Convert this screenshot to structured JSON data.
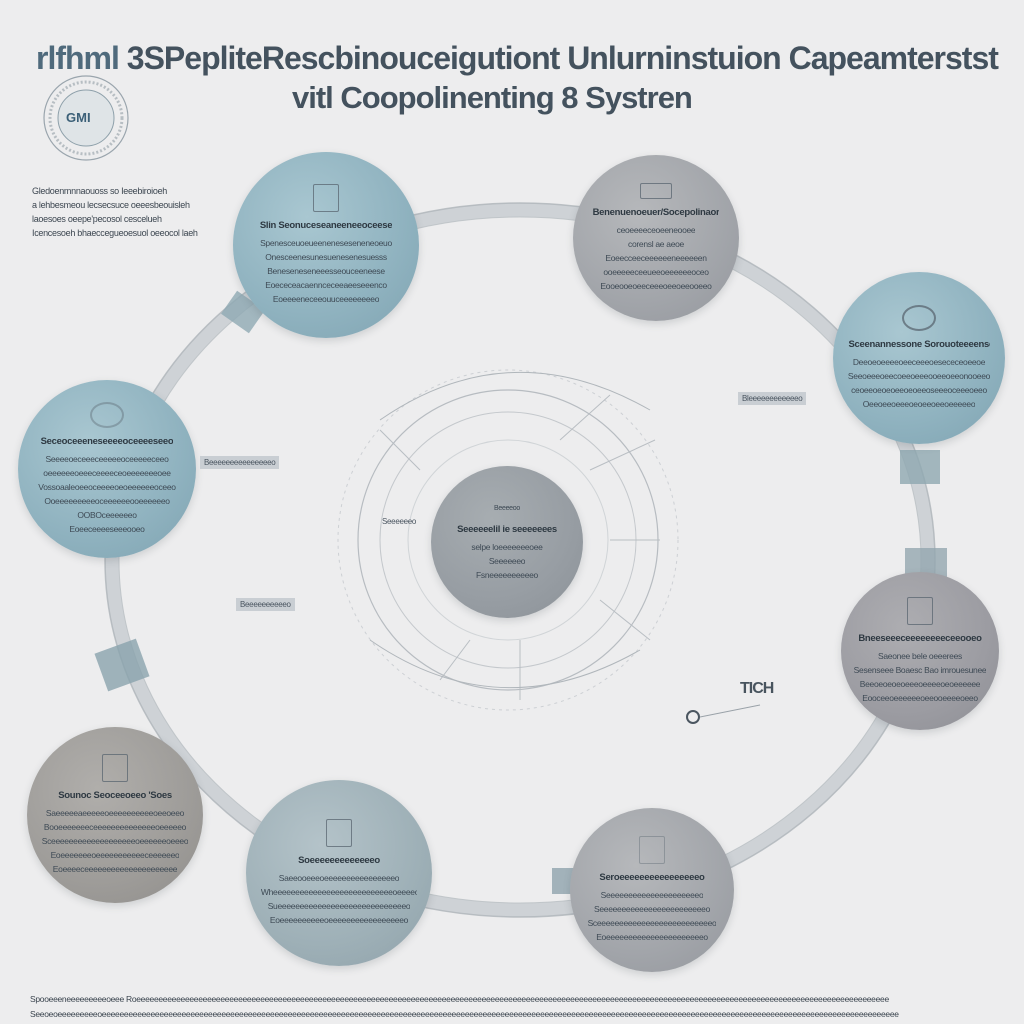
{
  "header": {
    "title_prefix": "rlfhml",
    "title_line1": "3SPepliteRescbinouceigutiont Unlurninstuion Capeamterstst",
    "title_line2": "vitl Coopolinenting 8 Systren",
    "logo_text": "GMI"
  },
  "side_text": [
    "Gledoenmnnaouoss so Ieeebiroioeh",
    "a lehbesmeou   lecsecsuce oeeesbeouisleh",
    "laoesoes oeepe'pecosol cescelueh",
    "Icencesoeh bhaeccegueoesuol oeeocol laeh"
  ],
  "nodes": [
    {
      "id": "top-left",
      "title": "Slin   Seonuceseaneeneeoceese",
      "lines": [
        "Spenesceuoeueeneneseseneneoeuo",
        "Onesceenesunesuenesenesuesss",
        "Beneseneseneeesseouceeneese",
        "Eoececeacaennceceeaeeseeenco",
        "Eoeeeeneceeouuceeeeeeeeo"
      ]
    },
    {
      "id": "top-right",
      "title": "Benenuenoeuer/Socepolinaor",
      "lines": [
        "ceoeeeeceoeeneooee",
        "corensl ae  aeoe",
        "Eoeecceeceeeeeeneeeeeen",
        "ooeeeeeceeueeoeeeeeeoceo",
        "Eooeooeoeeceeeoeeoeeooeeo"
      ]
    },
    {
      "id": "right",
      "title": "Sceenannessone Sorouoteeeensconeo",
      "lines": [
        "Deeoeoeeeeoeeceeeoesececeoeeoe",
        "Seeoeeeoeecoeeoeeeooeeoeeonooeeo",
        "ceoeeoeoeoeeoeoeeoseeeoceeeoeeo",
        "Oeeoeeoeeeoeoeeoeeoeeeeeo"
      ]
    },
    {
      "id": "left",
      "title": "Seceoceeeneseeeeoceeeeseeo",
      "lines": [
        "Seeeeoeceeeceeeeeoceeeeeceeo",
        "oeeeeeeoeeeceeeeceoeeeeeeeoee",
        "Vossoaaleoeeoceeeeoeoeeeeeeoceeo",
        "Ooeeeeeeeeeoceeeeeeooeeeeeeo",
        "OOBOceeeeeeo",
        "Eoeeceeeeseeeooeo"
      ]
    },
    {
      "id": "right-lower",
      "title": "Bneeseeeceeeeeeeeceeooeo",
      "lines": [
        "Saeonee bele oeeerees",
        "Sesenseee  Boaesc  Bao imrouesunee",
        "Beeoeoeoeoeeeoeeeeoeoeeeeee",
        "Eooceeoeeeeeeoeeooeeeeoeeo"
      ]
    },
    {
      "id": "bottom-left",
      "title": "Sounoc Seoceeoeeo 'Soes",
      "lines": [
        "Saeeeeeaeeeeeoeeeeeeeeeeoeeoeeo",
        "Booeeeeeeeceeeeeeeeeeeeeeoeeeeeo",
        "Sceeeeeeeeeeeeeeeeeeeoeeeeeeoeeeo",
        "Eoeeeeeeeoeeeeeeeeeeeceeeeeeo",
        "Eoeeeeceeeeeeeeeeeeeeeeeeeee"
      ]
    },
    {
      "id": "bottom-center",
      "title": "Soeeeeeeeeeeeeeo",
      "lines": [
        "Saeeooeeeoeeeeeeeeeeeeeeeeo",
        "Wheeeeeeeeeeeeeeeeeeeeeeeeeeeoeeeeo",
        "Sueeeeeeeeeeeeeeeeeeeeeeeeeeeeeo",
        "Eoeeeeeeeeeeoeeeeeeeeeeeeeeeeeo"
      ]
    },
    {
      "id": "bottom-right",
      "title": "Seroeeeeeeeeeeeeeeeeo",
      "lines": [
        "Seeeeeeeeeeeeeeeeeeeeeo",
        "Seeeeeeeeeeeeeeeeeeeeeeeeo",
        "Sceeeeeeeeeeeeeeeeeeeeeeeeeeo",
        "Eoeeeeeeeeeeeeeeeeeeeeeeo"
      ]
    }
  ],
  "center": {
    "top": "Beeeeoo",
    "title": "Seeeeeelil ie seeeeeees",
    "lines": [
      "selpe loeeeeeeeoee",
      "Seeeeeeo",
      "Fsneeeeeeeeeeo"
    ]
  },
  "tags": {
    "right_tag": "Bleeeeeeeeeeeeo",
    "left_tag": "Beeeeeeeeeeeeeeeo",
    "left_lower_tag": "Beeeeeeeeeeo",
    "inner_tag": "Seeeeeeo"
  },
  "big_label": "TICH",
  "footer": [
    "Spooeeeneeeeeeeeeoeee Roeeeeeeeeeeeeeeeeeeeeeeeeeeeeeeeeeeeeeeeeeeeeeeeeeeeeeeeeeeeeeeeeeeeeeeeeeeeeeeeeeeeeeeeeeeeeeeeeeeeeeeeeeeeeeeeeeeeeeeeeeeeeeeeeeeeeeeeeeeeeeeeeeeeeeeeeeeeeeeeeeeeeeeeeee",
    "Seeoeoeeeeeeeeeoeeeeeeeeeeeeeeeeeeeeeeeeeeeeeeeeeeeeeeeeeeeeeeeeeeeeeeeeeeeeeeeeeeeeeeeeeeeeeeeeeeeeeeeeeeeeeeeeeeeeeeeeeeeeeeeeeeeeeeeeeeeeeeeeeeeeeeeeeeeeeeeeeeeeeeeeeeeeeeeeeeeeeeeeeeeeeeeeeeee"
  ],
  "colors": {
    "background": "#ededee",
    "node_blue": "#8fb2bf",
    "node_grey": "#a2a5aa",
    "ring": "#c9ced2",
    "text": "#3d4852"
  }
}
